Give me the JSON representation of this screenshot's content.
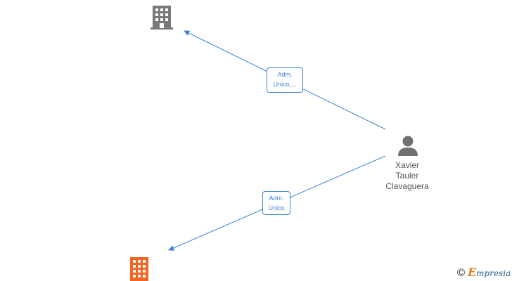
{
  "person": {
    "name_lines": [
      "Xavier",
      "Tauler",
      "Clavaguera"
    ],
    "icon": "person-icon",
    "color": "#707070"
  },
  "companies": [
    {
      "icon": "building-icon",
      "color": "#7a7a7a"
    },
    {
      "icon": "building-icon",
      "color": "#f26522"
    }
  ],
  "edges": [
    {
      "label_lines": [
        "Adm.",
        "Unico,..."
      ],
      "color": "#3e82d6"
    },
    {
      "label_lines": [
        "Adm.",
        "Unico"
      ],
      "color": "#3e82d6"
    }
  ],
  "footer": {
    "copyright_symbol": "©",
    "brand_initial": "E",
    "brand_rest": "mpresia"
  }
}
